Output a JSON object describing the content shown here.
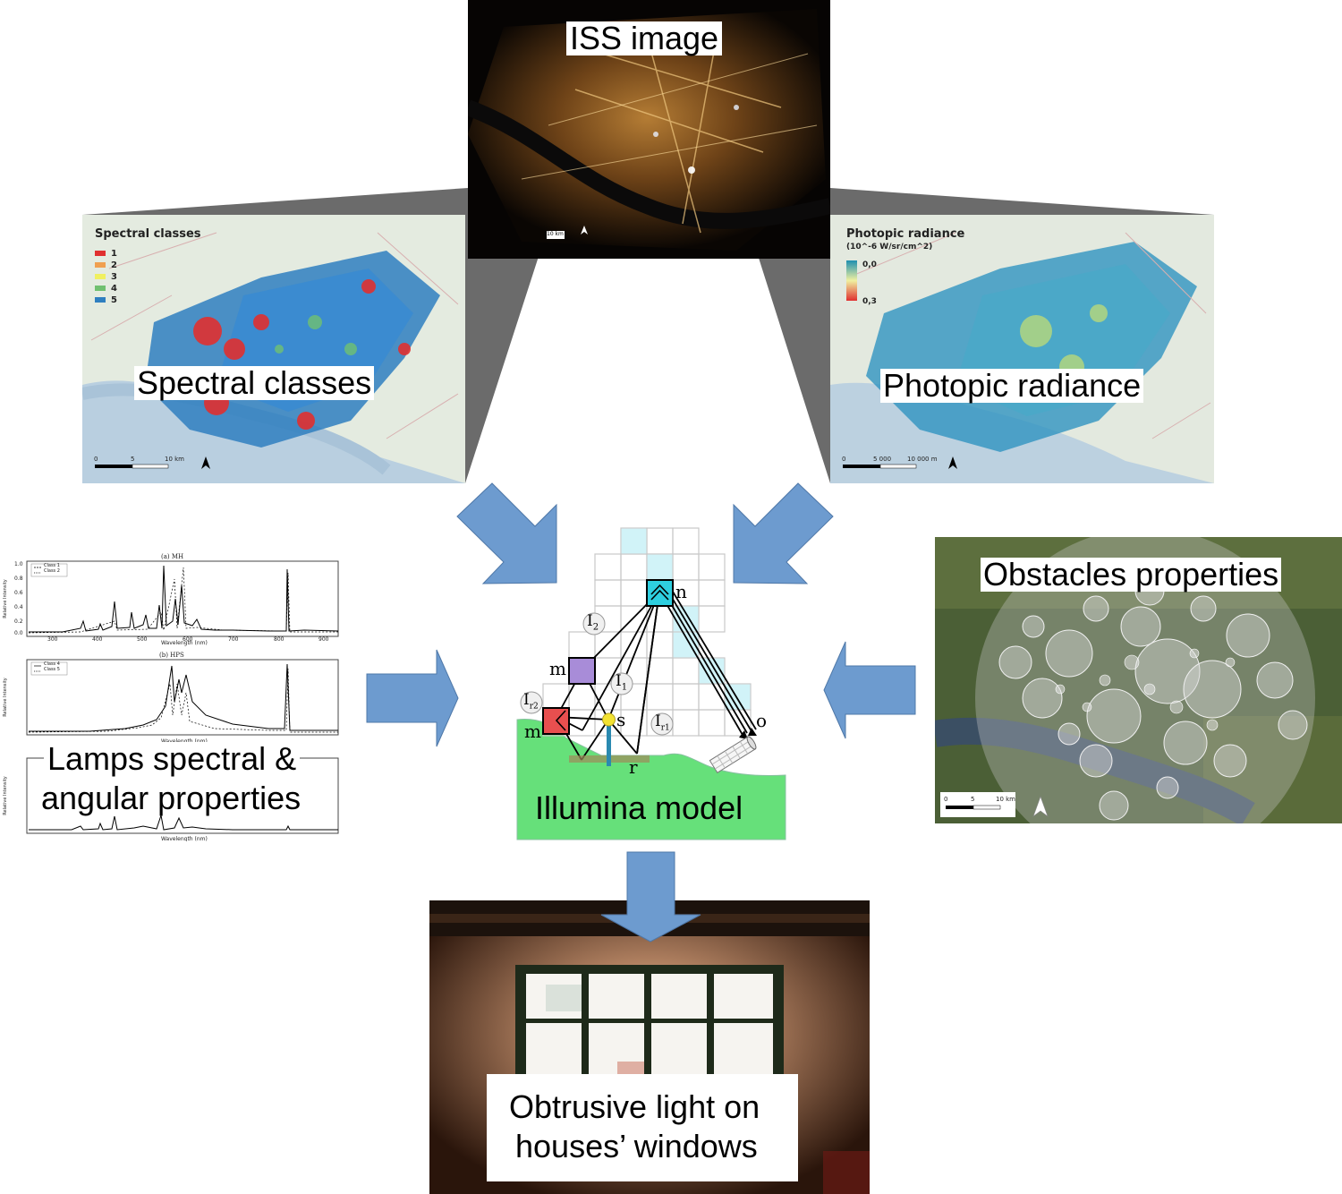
{
  "labels": {
    "iss": "ISS image",
    "spectral": "Spectral classes",
    "photopic": "Photopic radiance",
    "lamps_line1": "Lamps spectral &",
    "lamps_line2": "angular properties",
    "obstacles": "Obstacles properties",
    "illumina": "Illumina model",
    "obtrusive_line1": "Obtrusive light on",
    "obtrusive_line2": "houses’ windows"
  },
  "spectral_map": {
    "title": "Spectral classes",
    "classes": [
      {
        "label": "1",
        "color": "#e03030"
      },
      {
        "label": "2",
        "color": "#f0a050"
      },
      {
        "label": "3",
        "color": "#f0f060"
      },
      {
        "label": "4",
        "color": "#70c070"
      },
      {
        "label": "5",
        "color": "#2f7fc0"
      }
    ],
    "scale": [
      "0",
      "5",
      "10 km"
    ]
  },
  "photopic_map": {
    "title": "Photopic radiance",
    "unit": "(10^-6 W/sr/cm^2)",
    "max_label": "0,0",
    "min_label": "0,3",
    "scale": [
      "0",
      "5 000",
      "10 000 m"
    ]
  },
  "iss_map": {
    "scale": "10 km"
  },
  "obstacles_map": {
    "scale": [
      "0",
      "5",
      "10 km"
    ]
  },
  "spectra": {
    "top": {
      "title": "(a) MH",
      "legend": [
        "Class 1",
        "Class 2"
      ]
    },
    "mid": {
      "title": "(b) HPS",
      "legend": [
        "Class 4",
        "Class 5"
      ]
    },
    "ylabel": "Relative Intensity",
    "xlabel": "Wavelength (nm)",
    "xticks": [
      "300",
      "400",
      "500",
      "600",
      "700",
      "800",
      "900"
    ],
    "yticks": [
      "1.0",
      "0.8",
      "0.6",
      "0.4",
      "0.2",
      "0.0"
    ]
  },
  "model_symbols": {
    "n": "n",
    "m": "m",
    "m2": "m",
    "s": "s",
    "r": "r",
    "o": "o",
    "I1": "I",
    "I1_sub": "1",
    "I2": "I",
    "I2_sub": "2",
    "Ir1": "I",
    "Ir1_sub": "r1",
    "Ir2": "I",
    "Ir2_sub": "r2"
  },
  "colors": {
    "arrow": "#6d9bcf",
    "arrow_dark": "#4f78a8",
    "cone": "#6b6b6b",
    "ground": "#66e07a"
  }
}
